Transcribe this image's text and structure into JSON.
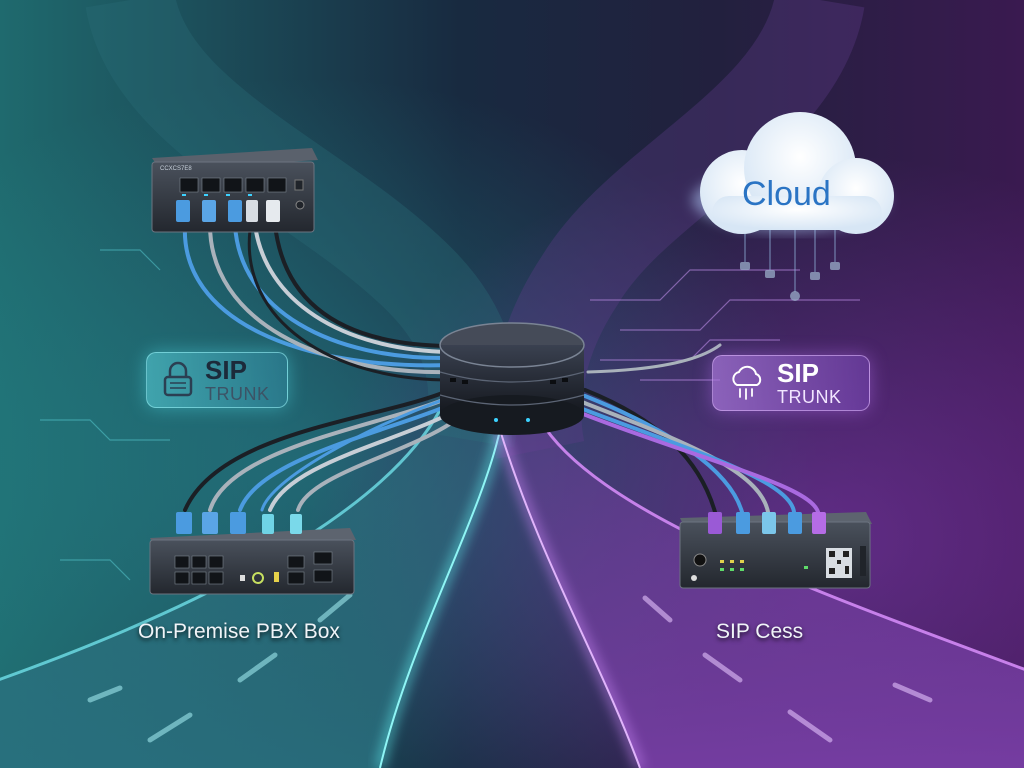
{
  "labels": {
    "cloud": "Cloud",
    "sip_trunk_left_line1": "SIP",
    "sip_trunk_left_line2": "TRUNK",
    "sip_trunk_right_line1": "SIP",
    "sip_trunk_right_line2": "TRUNK",
    "left_device": "On-Premise PBX Box",
    "right_device": "SIP Cess",
    "switch_model": "CCXCS7E8"
  },
  "colors": {
    "teal_accent": "#4fe3e6",
    "purple_accent": "#b46cf0",
    "cable_blue": "#4b9be0",
    "cable_gray": "#a9b2bb",
    "cable_black": "#1b1f25"
  },
  "icons": {
    "left_badge": "lock-icon",
    "right_badge": "cloud-rain-icon"
  }
}
